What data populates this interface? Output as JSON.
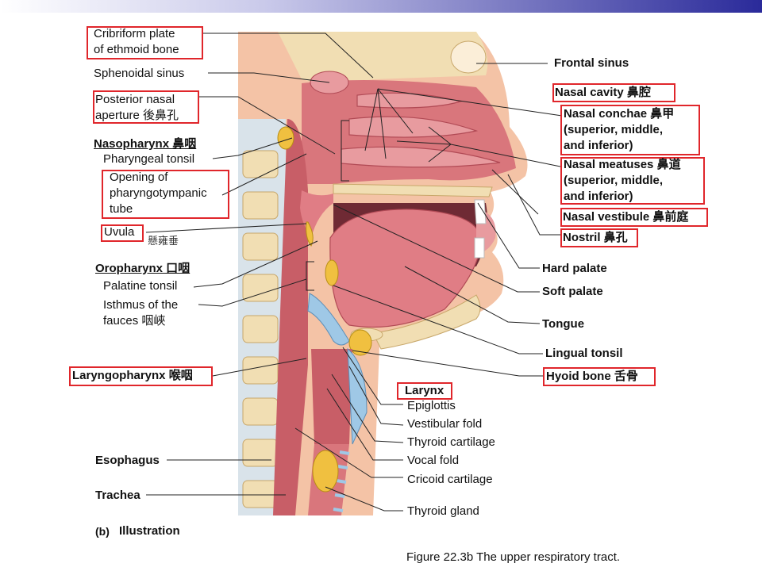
{
  "labels_left": {
    "cribriform": "Cribriform plate\nof ethmoid bone",
    "sphenoidal": "Sphenoidal sinus",
    "posterior_nasal": "Posterior nasal\naperture 後鼻孔",
    "nasopharynx": "Nasopharynx 鼻咽",
    "pharyngeal_tonsil": "Pharyngeal tonsil",
    "opening": "Opening of\npharyngotympanic\ntube",
    "uvula": "Uvula",
    "uvula_cn": "懸雍垂",
    "oropharynx": "Oropharynx 口咽",
    "palatine": "Palatine tonsil",
    "isthmus": "Isthmus of the\nfauces 咽峽",
    "laryngopharynx": "Laryngopharynx 喉咽",
    "esophagus": "Esophagus",
    "trachea": "Trachea"
  },
  "labels_right": {
    "frontal_sinus": "Frontal sinus",
    "nasal_cavity": "Nasal cavity 鼻腔",
    "nasal_conchae": "Nasal conchae 鼻甲\n(superior, middle,\nand inferior)",
    "nasal_meatuses": "Nasal meatuses 鼻道\n(superior, middle,\nand inferior)",
    "nasal_vestibule": "Nasal vestibule 鼻前庭",
    "nostril": "Nostril 鼻孔",
    "hard_palate": "Hard palate",
    "soft_palate": "Soft palate",
    "tongue": "Tongue",
    "lingual_tonsil": "Lingual tonsil",
    "hyoid": "Hyoid bone 舌骨"
  },
  "labels_bottom": {
    "larynx": "Larynx",
    "epiglottis": "Epiglottis",
    "vestibular": "Vestibular fold",
    "thyroid_cart": "Thyroid cartilage",
    "vocal_fold": "Vocal fold",
    "cricoid": "Cricoid cartilage",
    "thyroid_gland": "Thyroid gland",
    "illustration_tag": "(b)",
    "illustration": "Illustration",
    "caption": "Figure 22.3b  The upper respiratory tract."
  },
  "colors": {
    "highlight_box": "#e0262b",
    "tissue": "#d9767c",
    "bone": "#f1deb3",
    "skin": "#f4c3a6"
  }
}
